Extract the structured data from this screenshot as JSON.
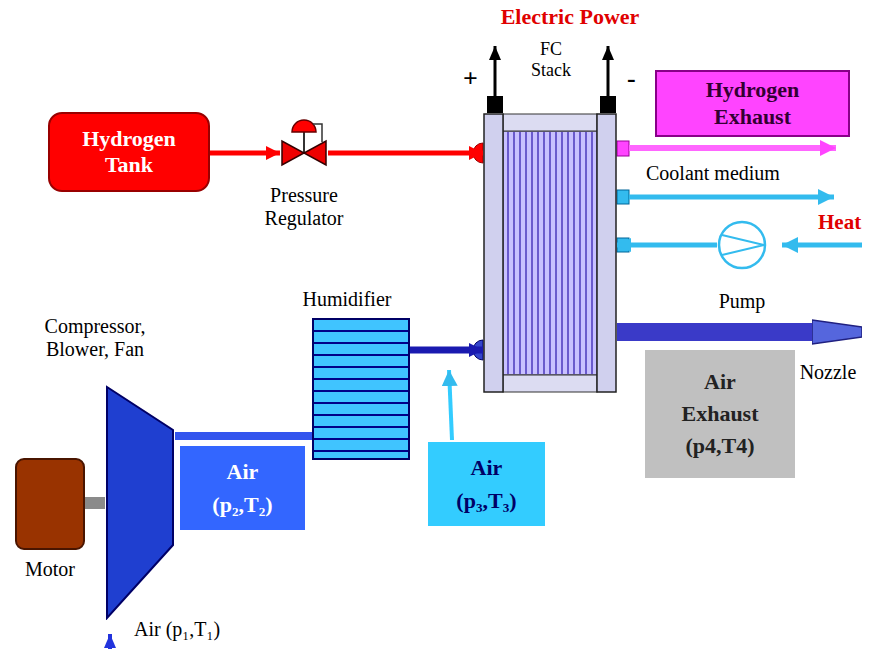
{
  "diagram": {
    "nodes": [
      {
        "text": [
          "Hydrogen Tank"
        ]
      },
      {
        "text": [
          "Pressure Regulator"
        ]
      },
      {
        "text": [
          "FC Stack"
        ]
      },
      {
        "text": [
          "Hydrogen Exhaust"
        ]
      },
      {
        "text": [
          "Pump"
        ]
      },
      {
        "text": [
          "Nozzle"
        ]
      },
      {
        "text": [
          "Air Exhaust (p4,T4)"
        ]
      },
      {
        "text": [
          "Humidifier"
        ]
      },
      {
        "text": [
          "Air (p₃,T₃)"
        ]
      },
      {
        "text": [
          "Compressor, Blower, Fan"
        ]
      },
      {
        "text": [
          "Air (p₂,T₂)"
        ]
      },
      {
        "text": [
          "Motor"
        ]
      }
    ],
    "edges": [
      {
        "from": 0,
        "to": 1,
        "arrow": "to"
      },
      {
        "from": 1,
        "to": 2,
        "arrow": "to"
      },
      {
        "from": 4,
        "to": 2,
        "arrow": "to"
      },
      {
        "from": 2,
        "to": 5,
        "arrow": "none"
      },
      {
        "from": 7,
        "to": 2,
        "arrow": "to"
      },
      {
        "from": 9,
        "to": 7,
        "arrow": "none"
      },
      {
        "from": 11,
        "to": 9,
        "arrow": "none"
      }
    ],
    "labels": [
      "Electric Power",
      "+",
      "-",
      "Coolant medium",
      "Heat",
      "Air (p₁,T₁)"
    ]
  }
}
